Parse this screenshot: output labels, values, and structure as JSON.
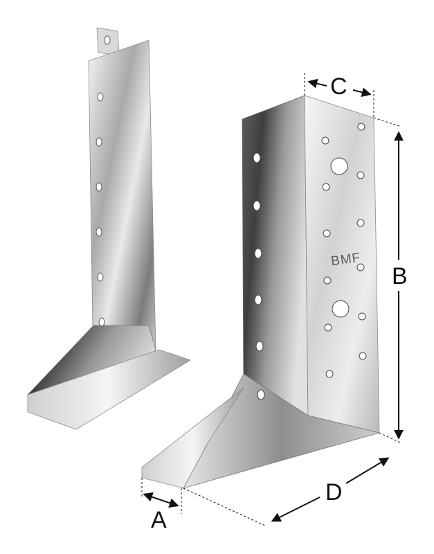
{
  "brand": {
    "text": "BMF"
  },
  "dimensions": {
    "a": "A",
    "b": "B",
    "c": "C",
    "d": "D"
  },
  "colors": {
    "metal_light": "#f2f2f2",
    "metal_mid": "#bdbdbd",
    "metal_dark": "#6a6a6a",
    "metal_darkest": "#3a3a3a",
    "line": "#111111",
    "hole": "#ffffff"
  }
}
